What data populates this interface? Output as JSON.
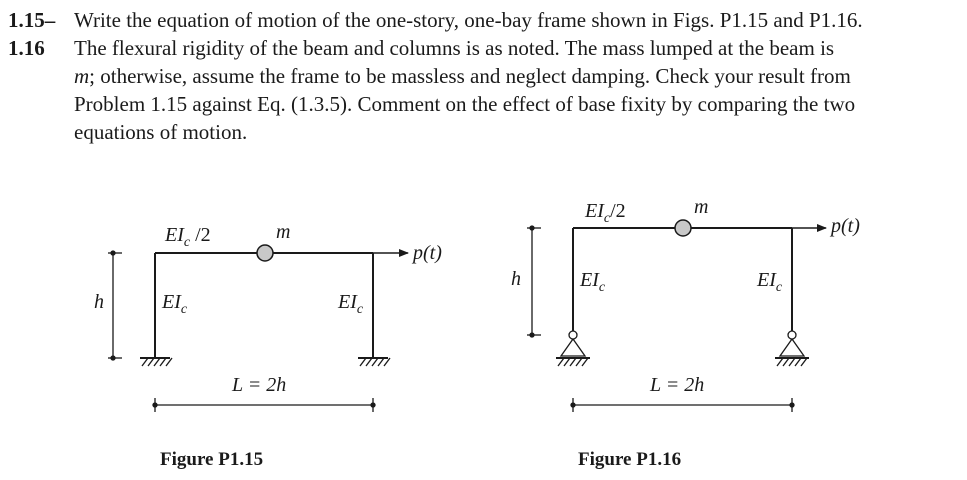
{
  "problem": {
    "number_line1": "1.15–",
    "number_line2": "1.16",
    "line1": "Write the equation of motion of the one-story, one-bay frame shown in Figs. P1.15 and P1.16.",
    "line2": "The flexural rigidity of the beam and columns is as noted. The mass lumped at the beam is",
    "line3_mass": "m",
    "line3_rest": "; otherwise, assume the frame to be massless and neglect damping. Check your result from",
    "line4": "Problem 1.15 against Eq. (1.3.5). Comment on the effect of base fixity by comparing the two",
    "line5": "equations of motion."
  },
  "fig1": {
    "beam_label": "EI",
    "beam_sub": "c",
    "beam_suffix": " /2",
    "mass_label": "m",
    "load_label": "p(t)",
    "height_label": "h",
    "col_left_label": "EI",
    "col_left_sub": "c",
    "col_right_label": "EI",
    "col_right_sub": "c",
    "span_label": "L = 2h",
    "caption": "Figure P1.15",
    "supports": "fixed"
  },
  "fig2": {
    "beam_label": "EI",
    "beam_sub": "c",
    "beam_suffix": "/2",
    "mass_label": "m",
    "load_label": "p(t)",
    "height_label": "h",
    "col_left_label": "EI",
    "col_left_sub": "c",
    "col_right_label": "EI",
    "col_right_sub": "c",
    "span_label": "L = 2h",
    "caption": "Figure P1.16",
    "supports": "pinned"
  },
  "colors": {
    "ink": "#1a1a1a",
    "mass_fill": "#c8c8c8"
  }
}
